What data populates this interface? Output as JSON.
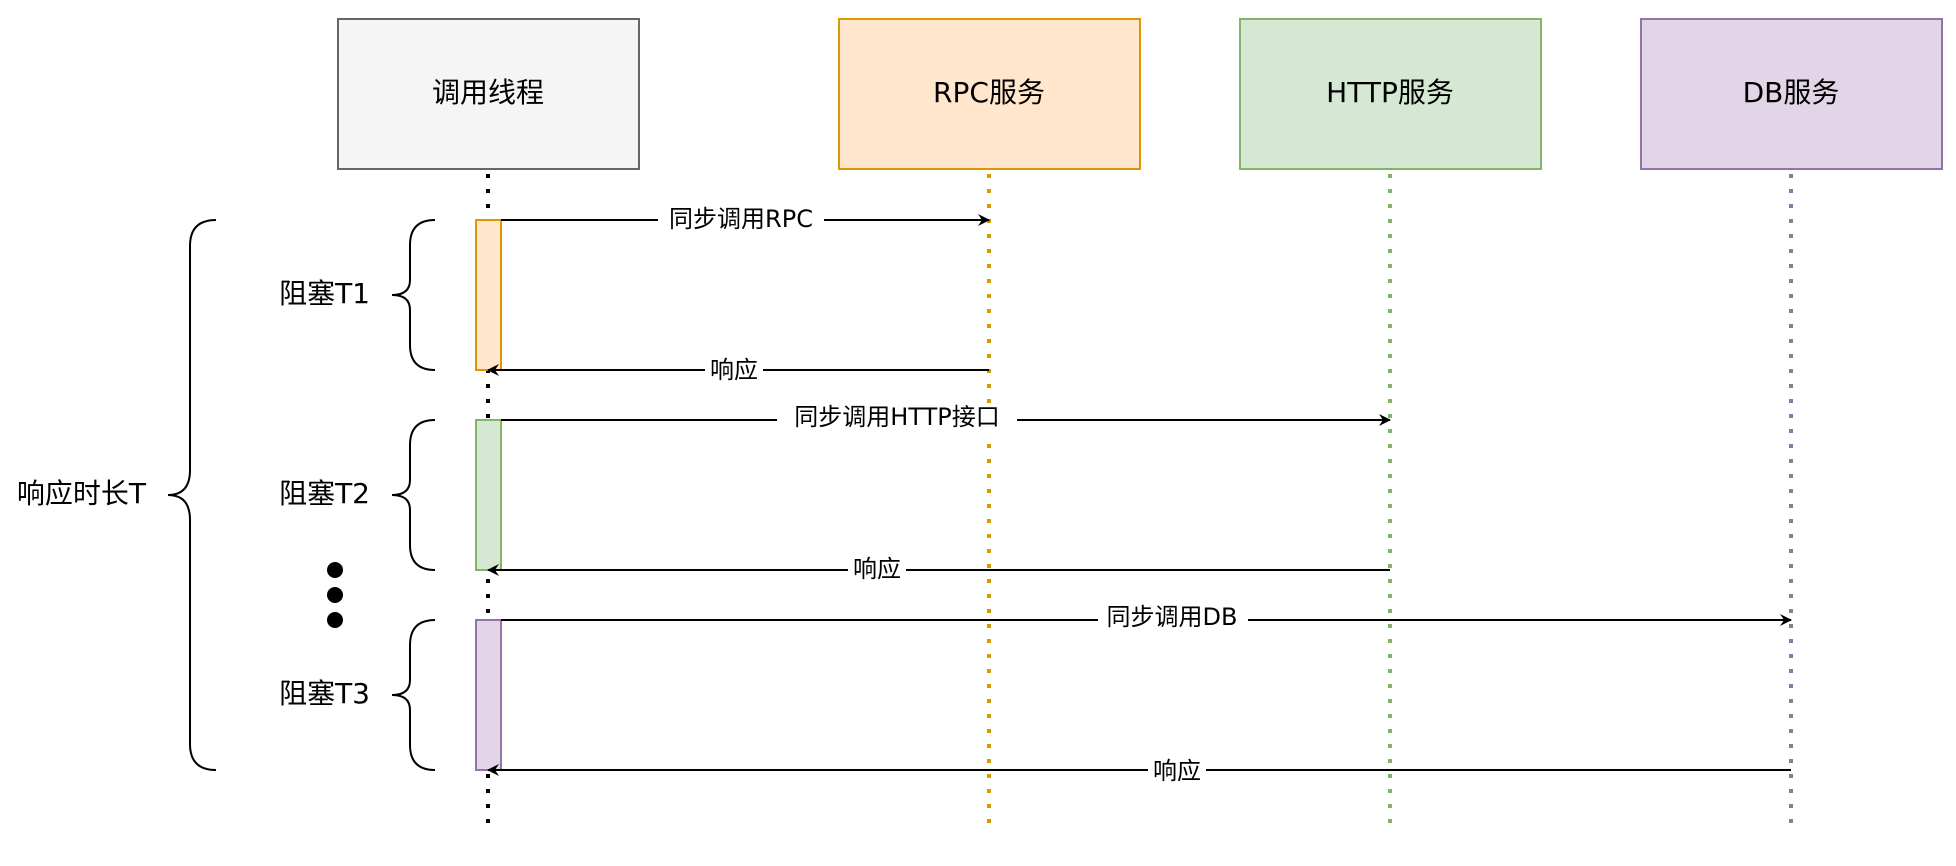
{
  "participants": [
    {
      "label": "调用线程",
      "fill": "#f5f5f5",
      "stroke": "#666666",
      "line": "#000000",
      "text": "#333333"
    },
    {
      "label": "RPC服务",
      "fill": "#ffe6cc",
      "stroke": "#d79b00",
      "line": "#d79b00",
      "text": "#000000"
    },
    {
      "label": "HTTP服务",
      "fill": "#d5e8d4",
      "stroke": "#82b366",
      "line": "#82b366",
      "text": "#000000"
    },
    {
      "label": "DB服务",
      "fill": "#e1d5e7",
      "stroke": "#9673a6",
      "line": "#9673a6",
      "text": "#000000"
    }
  ],
  "activations": [
    {
      "fill": "#ffe6cc",
      "stroke": "#d79b00"
    },
    {
      "fill": "#d5e8d4",
      "stroke": "#82b366"
    },
    {
      "fill": "#e1d5e7",
      "stroke": "#9673a6"
    }
  ],
  "messages": [
    {
      "label": "同步调用RPC"
    },
    {
      "label": "响应"
    },
    {
      "label": "同步调用HTTP接口"
    },
    {
      "label": "响应"
    },
    {
      "label": "同步调用DB"
    },
    {
      "label": "响应"
    }
  ],
  "brackets": [
    {
      "label": "阻塞T1"
    },
    {
      "label": "阻塞T2"
    },
    {
      "label": "阻塞T3"
    }
  ],
  "total_bracket": {
    "label": "响应时长T"
  }
}
